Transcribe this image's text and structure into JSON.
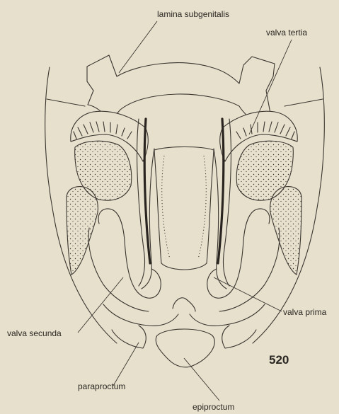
{
  "labels": {
    "lamina_subgenitalis": "lamina subgenitalis",
    "valva_tertia": "valva tertia",
    "valva_prima": "valva prima",
    "valva_secunda": "valva secunda",
    "paraproctum": "paraproctum",
    "epiproctum": "epiproctum"
  },
  "figure_number": "520",
  "colors": {
    "paper": "#e6e0cc",
    "ink": "#3a3530"
  }
}
